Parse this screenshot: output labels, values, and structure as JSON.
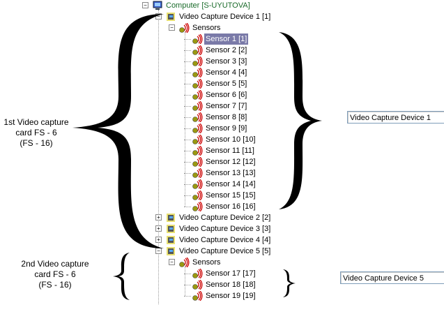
{
  "tree": {
    "root": {
      "label": "Computer [S-UYUTOVA]",
      "icon": "computer-icon"
    },
    "devices": [
      {
        "label": "Video Capture Device 1 [1]",
        "expanded": true,
        "sensors_label": "Sensors",
        "sensors": [
          "Sensor 1 [1]",
          "Sensor 2 [2]",
          "Sensor 3 [3]",
          "Sensor 4 [4]",
          "Sensor 5 [5]",
          "Sensor 6 [6]",
          "Sensor 7 [7]",
          "Sensor 8 [8]",
          "Sensor 9 [9]",
          "Sensor 10 [10]",
          "Sensor 11 [11]",
          "Sensor 12 [12]",
          "Sensor 13 [13]",
          "Sensor 14 [14]",
          "Sensor 15 [15]",
          "Sensor 16 [16]"
        ]
      },
      {
        "label": "Video Capture Device 2 [2]",
        "expanded": false
      },
      {
        "label": "Video Capture Device 3 [3]",
        "expanded": false
      },
      {
        "label": "Video Capture Device 4 [4]",
        "expanded": false
      },
      {
        "label": "Video Capture Device 5 [5]",
        "expanded": true,
        "sensors_label": "Sensors",
        "sensors": [
          "Sensor 17 [17]",
          "Sensor 18 [18]",
          "Sensor 19 [19]"
        ]
      }
    ],
    "selected": "Sensor 1 [1]"
  },
  "annotations": {
    "card1": [
      "1st Video capture",
      "card FS - 6",
      "(FS - 16)"
    ],
    "card2": [
      "2nd Video capture",
      "card FS - 6",
      "(FS - 16)"
    ]
  },
  "fields": {
    "device1_value": "Video Capture Device 1",
    "device5_value": "Video Capture Device 5"
  },
  "colors": {
    "root_text": "#1a6b2a",
    "selection": "#7a7aa8"
  }
}
